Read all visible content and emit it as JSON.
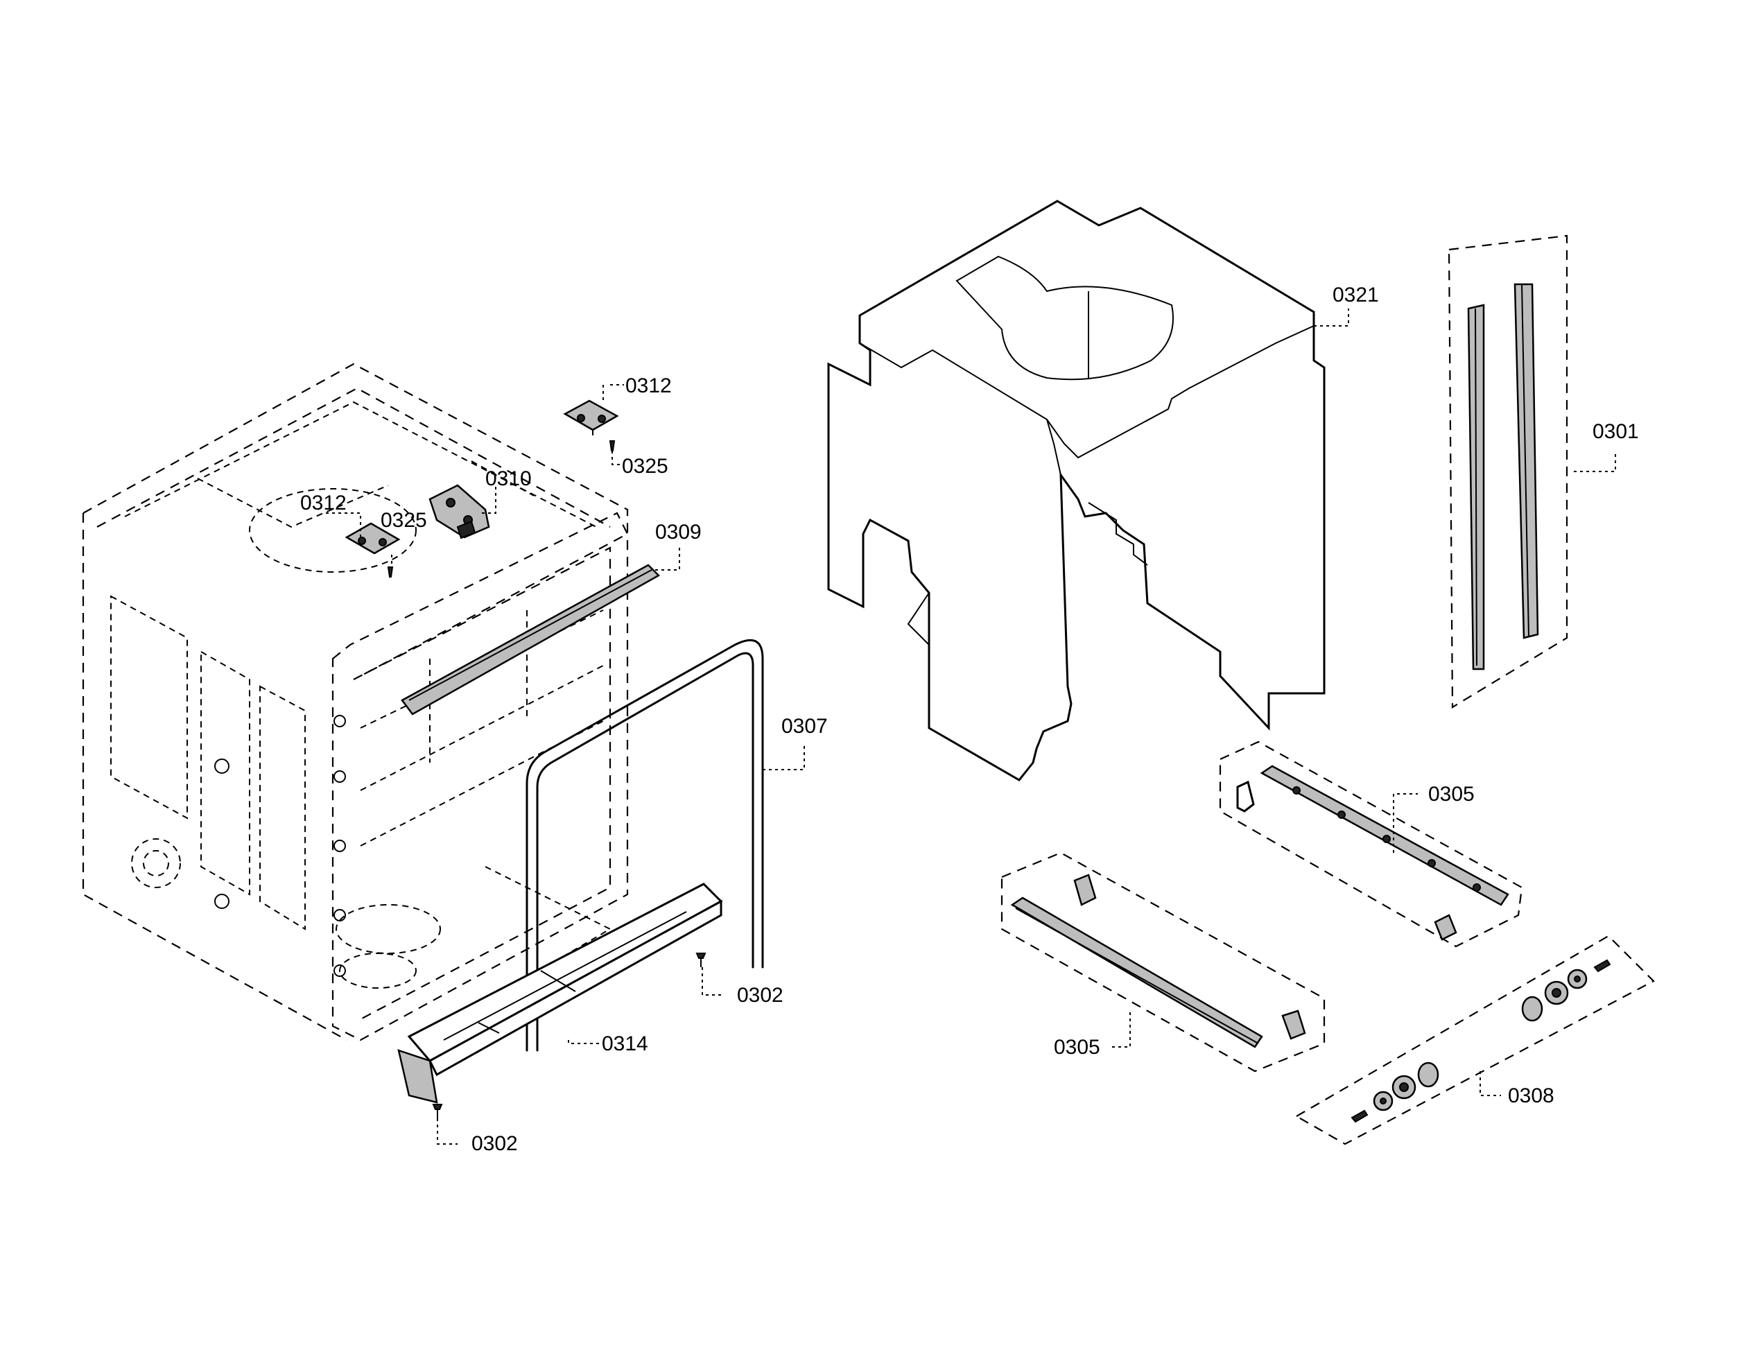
{
  "labels": {
    "p0312_right": "0312",
    "p0325_right": "0325",
    "p0310": "0310",
    "p0312_left": "0312",
    "p0325_left": "0325",
    "p0309": "0309",
    "p0307": "0307",
    "p0302_right": "0302",
    "p0314": "0314",
    "p0302_bottom": "0302",
    "p0321": "0321",
    "p0301": "0301",
    "p0305_upper": "0305",
    "p0305_lower": "0305",
    "p0308": "0308"
  }
}
